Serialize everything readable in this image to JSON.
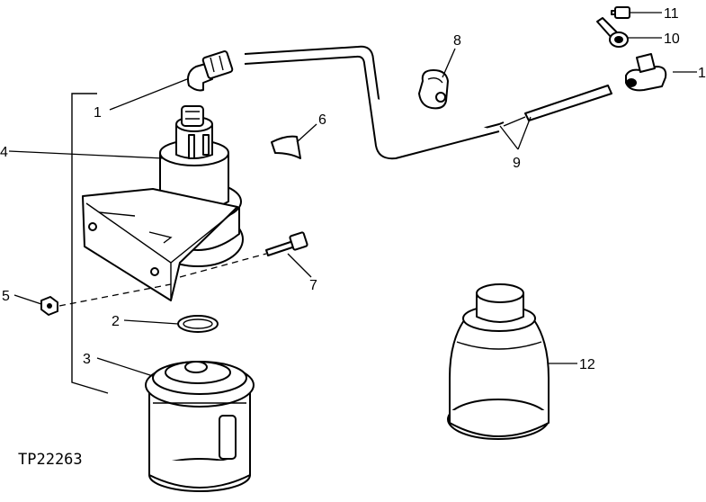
{
  "diagram": {
    "reference_number": "TP22263",
    "callouts": {
      "elbow_left": "1",
      "elbow_right": "1",
      "washer": "2",
      "filter_head_assembly": "3",
      "pump_body": "4",
      "nut": "5",
      "heat_shield": "6",
      "cap_screw": "7",
      "clip": "8",
      "fuel_line": "9",
      "banjo_fitting": "10",
      "banjo_bolt": "11",
      "filter_element": "12"
    }
  }
}
